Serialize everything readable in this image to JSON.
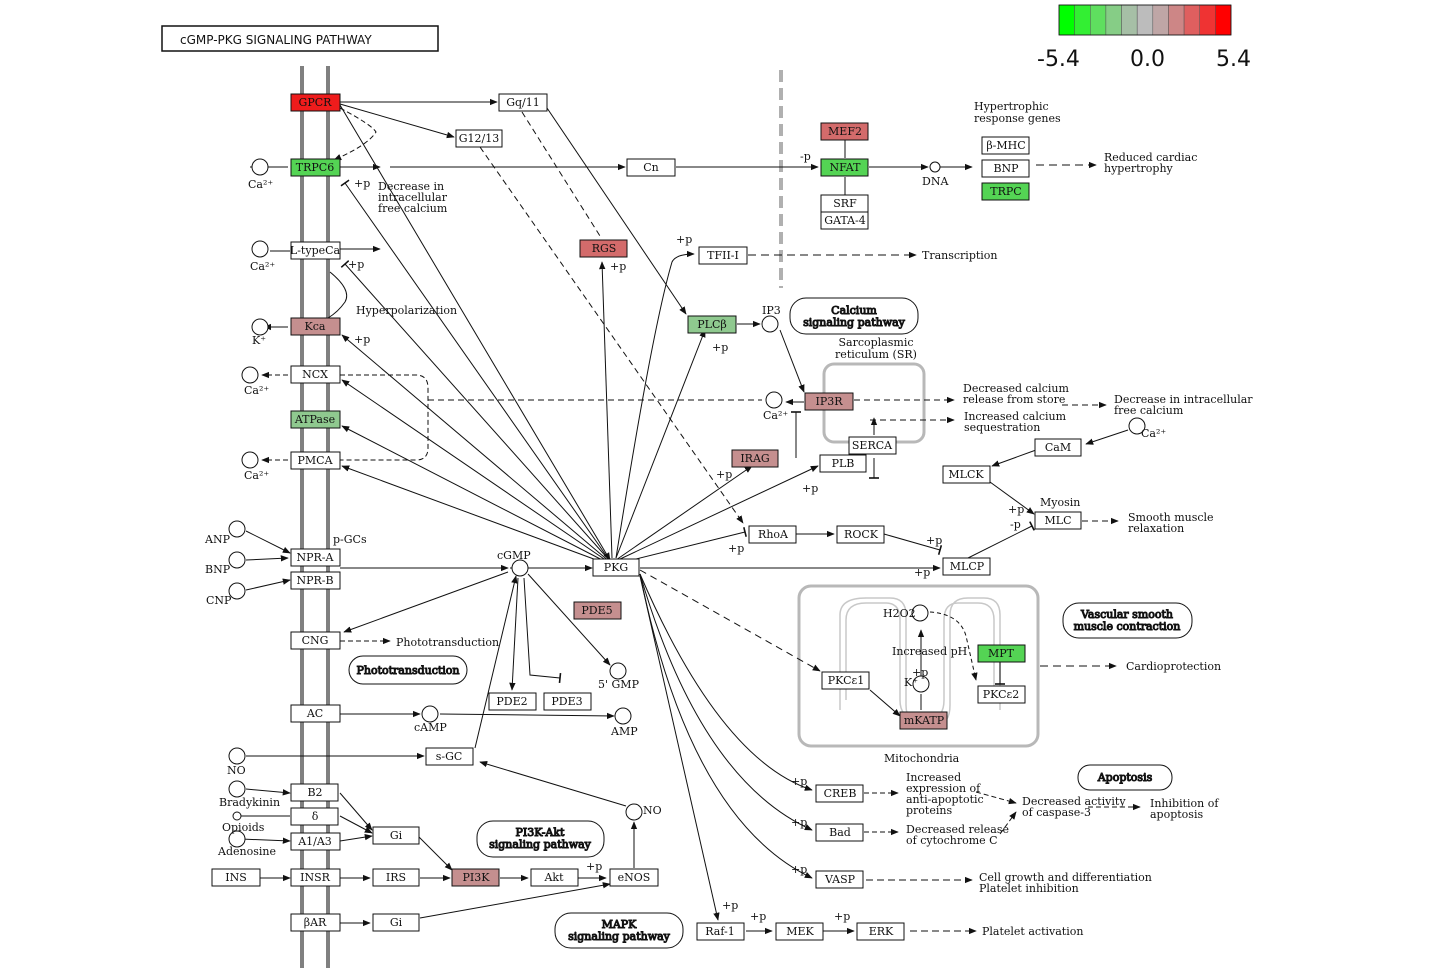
{
  "title": "cGMP-PKG  SIGNALING PATHWAY",
  "colors": {
    "high_red": "#ef1c1c",
    "red": "#d36b6b",
    "pink": "#c58f8f",
    "green": "#54d454",
    "light_green": "#8fc98f",
    "neutral": "#ffffff"
  },
  "color_scale": {
    "min_label": "-5.4",
    "mid_label": "0.0",
    "max_label": "5.4",
    "swatches": [
      "#00ff00",
      "#33ef33",
      "#5fdf5f",
      "#86cd86",
      "#a6bfa6",
      "#bcbcbc",
      "#bfa6a6",
      "#cd8686",
      "#df5f5f",
      "#ef3333",
      "#ff0000"
    ]
  },
  "nodes": {
    "gpcr": "GPCR",
    "trpc6": "TRPC6",
    "ltype": "L-typeCa",
    "kca": "Kca",
    "ncx": "NCX",
    "atpase": "ATPase",
    "pmca": "PMCA",
    "npra": "NPR-A",
    "nprb": "NPR-B",
    "cng": "CNG",
    "ac": "AC",
    "sgc": "s-GC",
    "b2": "B2",
    "delta": "δ",
    "a1a3": "A1/A3",
    "ins": "INS",
    "insr": "INSR",
    "bar": "βAR",
    "gi1": "Gi",
    "gi2": "Gi",
    "irs": "IRS",
    "pi3k": "PI3K",
    "akt": "Akt",
    "enos": "eNOS",
    "gq11": "Gq/11",
    "g1213": "G12/13",
    "cn": "Cn",
    "rgs": "RGS",
    "tfii": "TFII-I",
    "plcb": "PLCβ",
    "mef2": "MEF2",
    "nfat": "NFAT",
    "srf": "SRF",
    "gata4": "GATA-4",
    "bmhc": "β-MHC",
    "bnp_g": "BNP",
    "trpc_g": "TRPC",
    "ip3r": "IP3R",
    "serca": "SERCA",
    "plb": "PLB",
    "irag": "IRAG",
    "cam": "CaM",
    "mlck": "MLCK",
    "mlc": "MLC",
    "rhoa": "RhoA",
    "rock": "ROCK",
    "mlcp": "MLCP",
    "pkg": "PKG",
    "pde5": "PDE5",
    "pde2": "PDE2",
    "pde3": "PDE3",
    "pkce1": "PKCε1",
    "pkce2": "PKCε2",
    "mkatp": "mKATP",
    "mpt": "MPT",
    "creb": "CREB",
    "bad": "Bad",
    "vasp": "VASP",
    "raf1": "Raf-1",
    "mek": "MEK",
    "erk": "ERK"
  },
  "pathway_links": {
    "calcium": [
      "Calcium",
      "signaling pathway"
    ],
    "photo": [
      "Phototransduction"
    ],
    "pi3k_akt": [
      "PI3K-Akt",
      "signaling pathway"
    ],
    "mapk": [
      "MAPK",
      "signaling pathway"
    ],
    "vascular": [
      "Vascular smooth",
      "muscle contraction"
    ],
    "apoptosis": [
      "Apoptosis"
    ]
  },
  "labels": {
    "ca2": "Ca²⁺",
    "k": "K⁺",
    "anp": "ANP",
    "bnp": "BNP",
    "cnp": "CNP",
    "no": "NO",
    "bradykinin": "Bradykinin",
    "opioids": "Opioids",
    "adenosine": "Adenosine",
    "pgcs": "p-GCs",
    "cgmp": "cGMP",
    "camp": "cAMP",
    "amp": "AMP",
    "gmp5": "5' GMP",
    "ip3": "IP3",
    "dna": "DNA",
    "h2o2": "H2O2",
    "kplus": "K⁺",
    "plus_p": "+p",
    "minus_p": "-p",
    "myosin": "Myosin",
    "decrease_ca": [
      "Decrease in",
      "intracellular",
      "free calcium"
    ],
    "hyperpolarization": "Hyperpolarization",
    "hypertrophic": [
      "Hypertrophic",
      "response genes"
    ],
    "reduced_hyper": [
      "Reduced cardiac",
      "hypertrophy"
    ],
    "transcription": "Transcription",
    "sr": [
      "Sarcoplasmic",
      "reticulum (SR)"
    ],
    "dec_release": [
      "Decreased calcium",
      "release from store"
    ],
    "inc_seq": [
      "Increased calcium",
      "sequestration"
    ],
    "dec_intra": [
      "Decrease in intracellular",
      "free calcium"
    ],
    "smooth_relax": [
      "Smooth muscle",
      "relaxation"
    ],
    "increased_ph": "Increased pH",
    "mitochondria": "Mitochondria",
    "cardioprotection": "Cardioprotection",
    "inc_antiapop": [
      "Increased",
      "expression of",
      "anti-apoptotic",
      "proteins"
    ],
    "dec_caspase": [
      "Decreased activity",
      "of caspase-3"
    ],
    "inhib_apop": [
      "Inhibition of",
      "apoptosis"
    ],
    "dec_cytc": [
      "Decreased release",
      "of cytochrome C"
    ],
    "cell_growth": [
      "Cell growth and differentiation",
      "Platelet inhibition"
    ],
    "platelet": "Platelet activation",
    "phototransduction": "Phototransduction"
  }
}
